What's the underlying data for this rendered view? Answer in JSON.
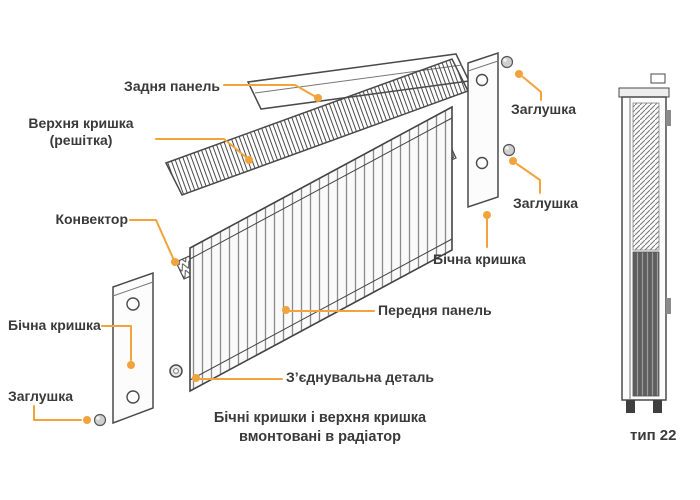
{
  "colors": {
    "accent": "#F2A33C",
    "text": "#3A3A3A",
    "line": "#4A4A4A"
  },
  "callouts": {
    "back_panel": "Задня панель",
    "top_cover": {
      "line1": "Верхня кришка",
      "line2": "(решітка)"
    },
    "convector": "Конвектор",
    "side_cover_left": "Бічна кришка",
    "plug_left": "Заглушка",
    "plug_right_top": "Заглушка",
    "plug_right_mid": "Заглушка",
    "side_cover_right": "Бічна кришка",
    "front_panel": "Передня панель",
    "connector": "З’єднувальна деталь"
  },
  "note": {
    "line1": "Бічні кришки і верхня кришка",
    "line2": "вмонтовані в радіатор"
  },
  "type_label": "тип 22"
}
